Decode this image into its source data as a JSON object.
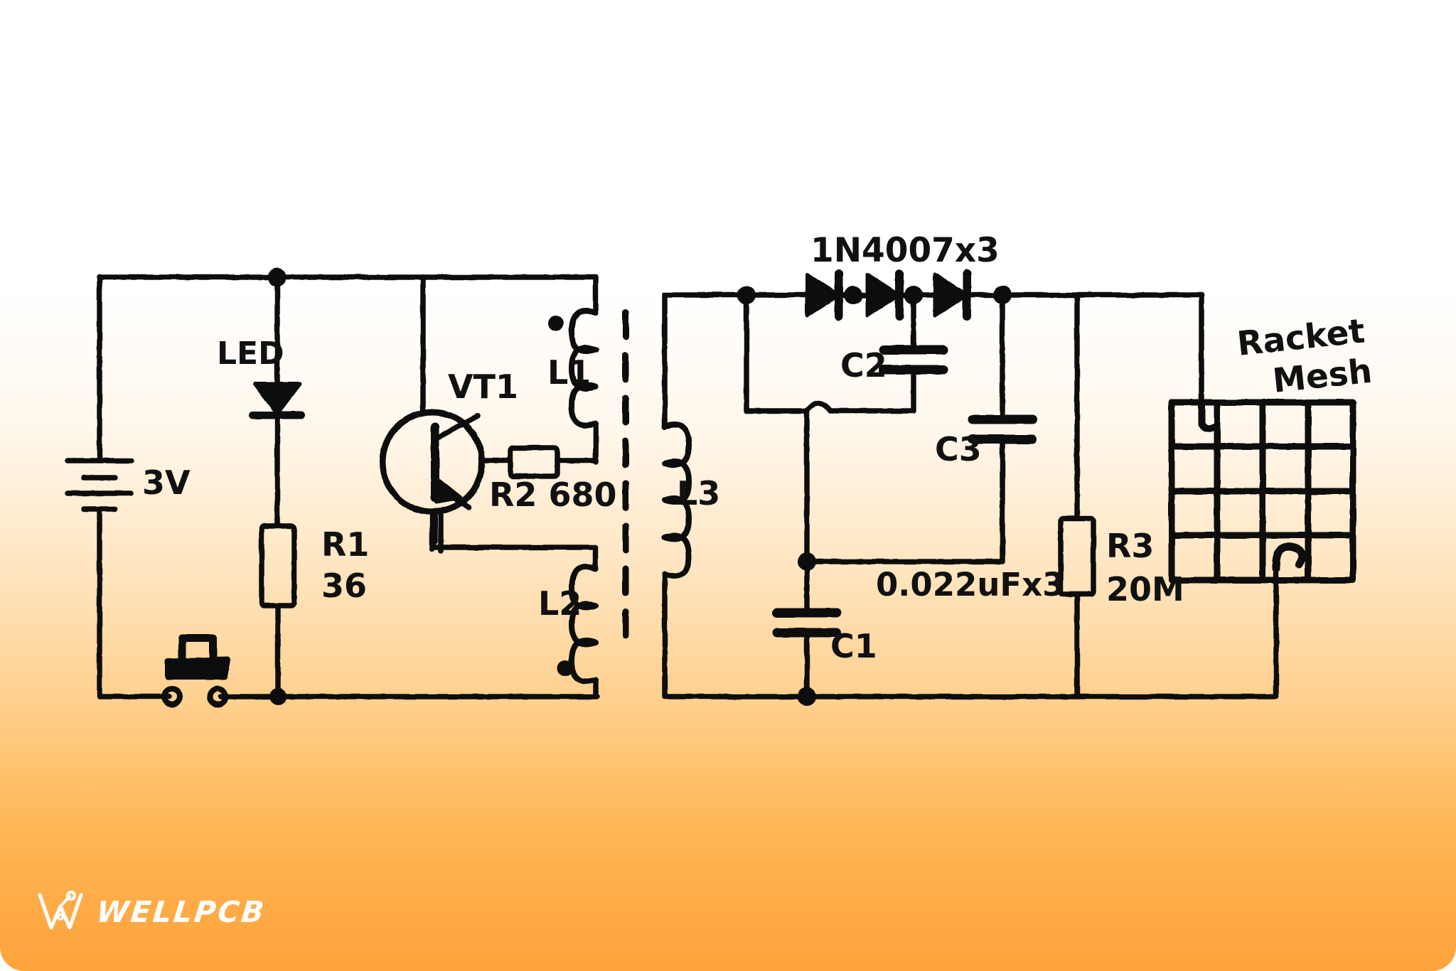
{
  "meta": {
    "title": "Electric Mosquito Swatter Circuit Diagram",
    "style": "hand-drawn schematic",
    "background_top_color": "#ffffff",
    "background_bottom_color": "#ffa33c",
    "ink_color": "#111111"
  },
  "brand": {
    "logo_icon": "wellpcb-w-logo-icon",
    "name": "WELLPCB",
    "text_color": "#ffffff"
  },
  "primary_section": {
    "battery": {
      "label": "3V",
      "icon": "battery-cell-icon"
    },
    "led": {
      "label": "LED",
      "icon": "led-diode-icon"
    },
    "r1": {
      "ref": "R1",
      "value": "36",
      "icon": "resistor-icon"
    },
    "transistor": {
      "ref": "VT1",
      "icon": "npn-transistor-icon"
    },
    "r2": {
      "ref": "R2",
      "value": "680",
      "label": "R2 680",
      "icon": "resistor-icon"
    },
    "switch": {
      "icon": "push-button-switch-icon"
    },
    "l1": {
      "label": "L1",
      "icon": "inductor-coil-icon",
      "polarity_dot": true
    },
    "l2": {
      "label": "L2",
      "icon": "inductor-coil-icon",
      "polarity_dot": true
    },
    "core": {
      "icon": "transformer-core-dashed-icon"
    }
  },
  "secondary_section": {
    "l3": {
      "label": "L3",
      "icon": "inductor-coil-icon"
    },
    "diodes": {
      "label": "1N4007x3",
      "count": 3,
      "icon": "diode-icon"
    },
    "c1": {
      "label": "C1",
      "icon": "capacitor-icon"
    },
    "c2": {
      "label": "C2",
      "icon": "capacitor-icon"
    },
    "c3": {
      "label": "C3",
      "icon": "capacitor-icon"
    },
    "cap_value": {
      "label": "0.022uFx3"
    },
    "r3": {
      "ref": "R3",
      "value": "20M",
      "icon": "resistor-icon"
    },
    "mesh": {
      "label_line1": "Racket",
      "label_line2": "Mesh",
      "icon": "racket-mesh-grid-icon",
      "rows": 4,
      "cols": 4
    }
  }
}
